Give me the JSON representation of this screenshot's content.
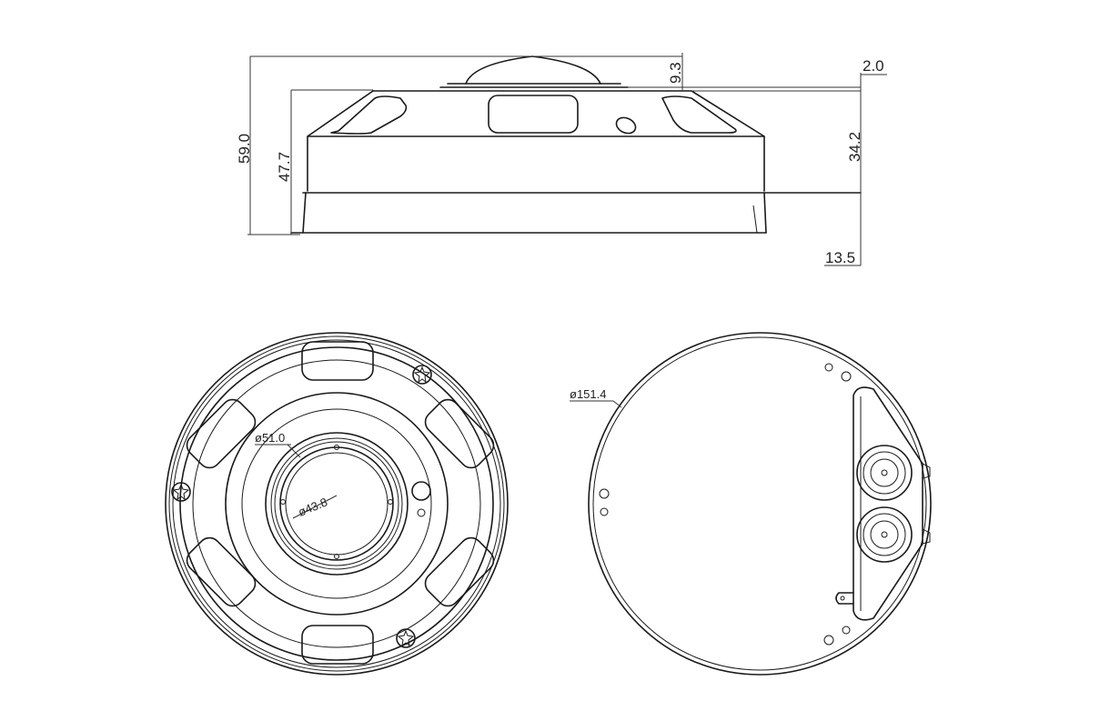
{
  "dimensions": {
    "total_height": "59.0",
    "body_height": "47.7",
    "dome_height": "9.3",
    "top_offset": "2.0",
    "upper_height": "34.2",
    "base_height": "13.5",
    "lens_outer_diameter": "ø51.0",
    "lens_inner_diameter": "ø43.8",
    "base_diameter": "ø151.4"
  },
  "views": [
    "side-view",
    "front-view",
    "rear-view"
  ]
}
